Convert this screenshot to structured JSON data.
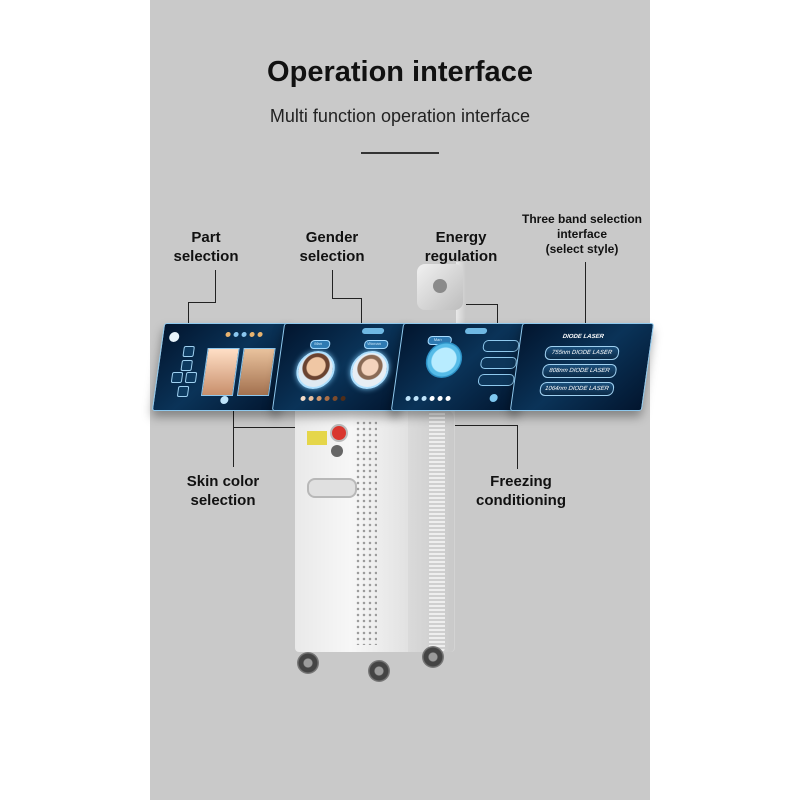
{
  "header": {
    "title": "Operation interface",
    "subtitle": "Multi function operation interface"
  },
  "callouts": {
    "part_selection": "Part\nselection",
    "gender_selection": "Gender\nselection",
    "energy_regulation": "Energy\nregulation",
    "three_band": "Three band selection\ninterface\n(select style)",
    "skin_color": "Skin color\nselection",
    "freezing": "Freezing\nconditioning"
  },
  "screens": {
    "gender": {
      "male_label": "Man",
      "female_label": "Woman"
    },
    "energy": {
      "mode_label": "Man"
    },
    "band": {
      "items": [
        "DIODE LASER",
        "755nm DIODE LASER",
        "808nm DIODE LASER",
        "1064nm DIODE LASER"
      ]
    }
  },
  "colors": {
    "panel_bg": "#c9c9c9",
    "screen_bg": "#0a3358",
    "screen_glow": "#8fc9ee",
    "estop": "#d9362e"
  }
}
